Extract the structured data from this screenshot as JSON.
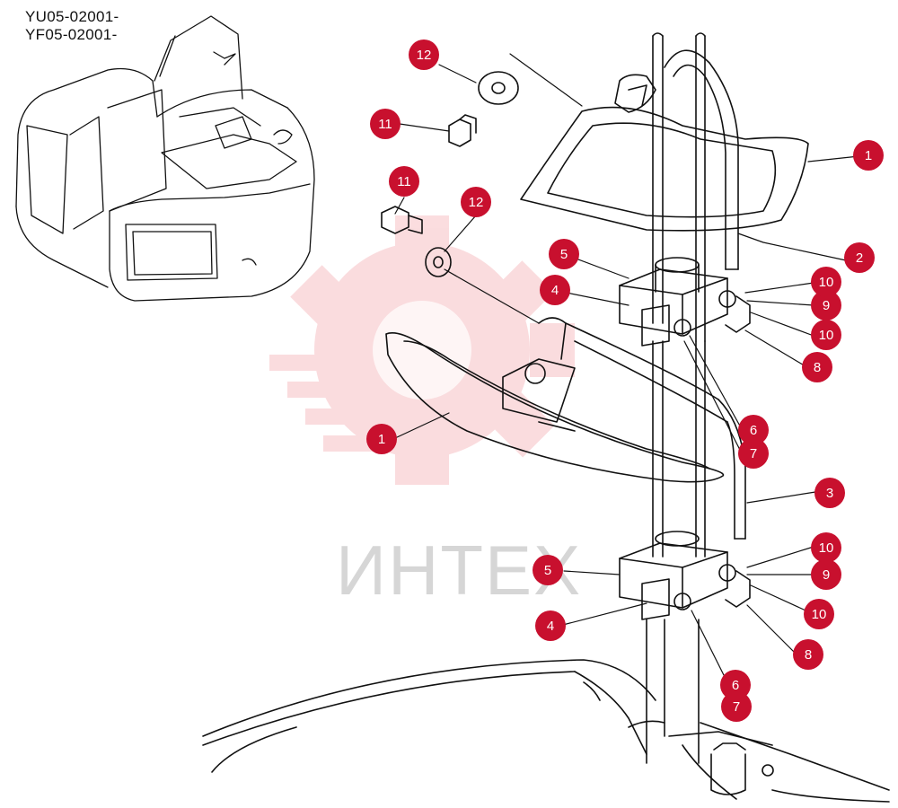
{
  "models": [
    "YU05-02001-",
    "YF05-02001-"
  ],
  "watermark": {
    "text": "ИНТЕХ",
    "color": "#e8434f"
  },
  "accent": "#c8102e",
  "callouts": [
    {
      "id": "c1a",
      "label": "1"
    },
    {
      "id": "c1b",
      "label": "1"
    },
    {
      "id": "c2",
      "label": "2"
    },
    {
      "id": "c3",
      "label": "3"
    },
    {
      "id": "c4a",
      "label": "4"
    },
    {
      "id": "c4b",
      "label": "4"
    },
    {
      "id": "c5a",
      "label": "5"
    },
    {
      "id": "c5b",
      "label": "5"
    },
    {
      "id": "c6a",
      "label": "6"
    },
    {
      "id": "c6b",
      "label": "6"
    },
    {
      "id": "c7a",
      "label": "7"
    },
    {
      "id": "c7b",
      "label": "7"
    },
    {
      "id": "c8a",
      "label": "8"
    },
    {
      "id": "c8b",
      "label": "8"
    },
    {
      "id": "c9a",
      "label": "9"
    },
    {
      "id": "c9b",
      "label": "9"
    },
    {
      "id": "c10a",
      "label": "10"
    },
    {
      "id": "c10b",
      "label": "10"
    },
    {
      "id": "c10c",
      "label": "10"
    },
    {
      "id": "c10d",
      "label": "10"
    },
    {
      "id": "c11a",
      "label": "11"
    },
    {
      "id": "c11b",
      "label": "11"
    },
    {
      "id": "c12a",
      "label": "12"
    },
    {
      "id": "c12b",
      "label": "12"
    }
  ]
}
